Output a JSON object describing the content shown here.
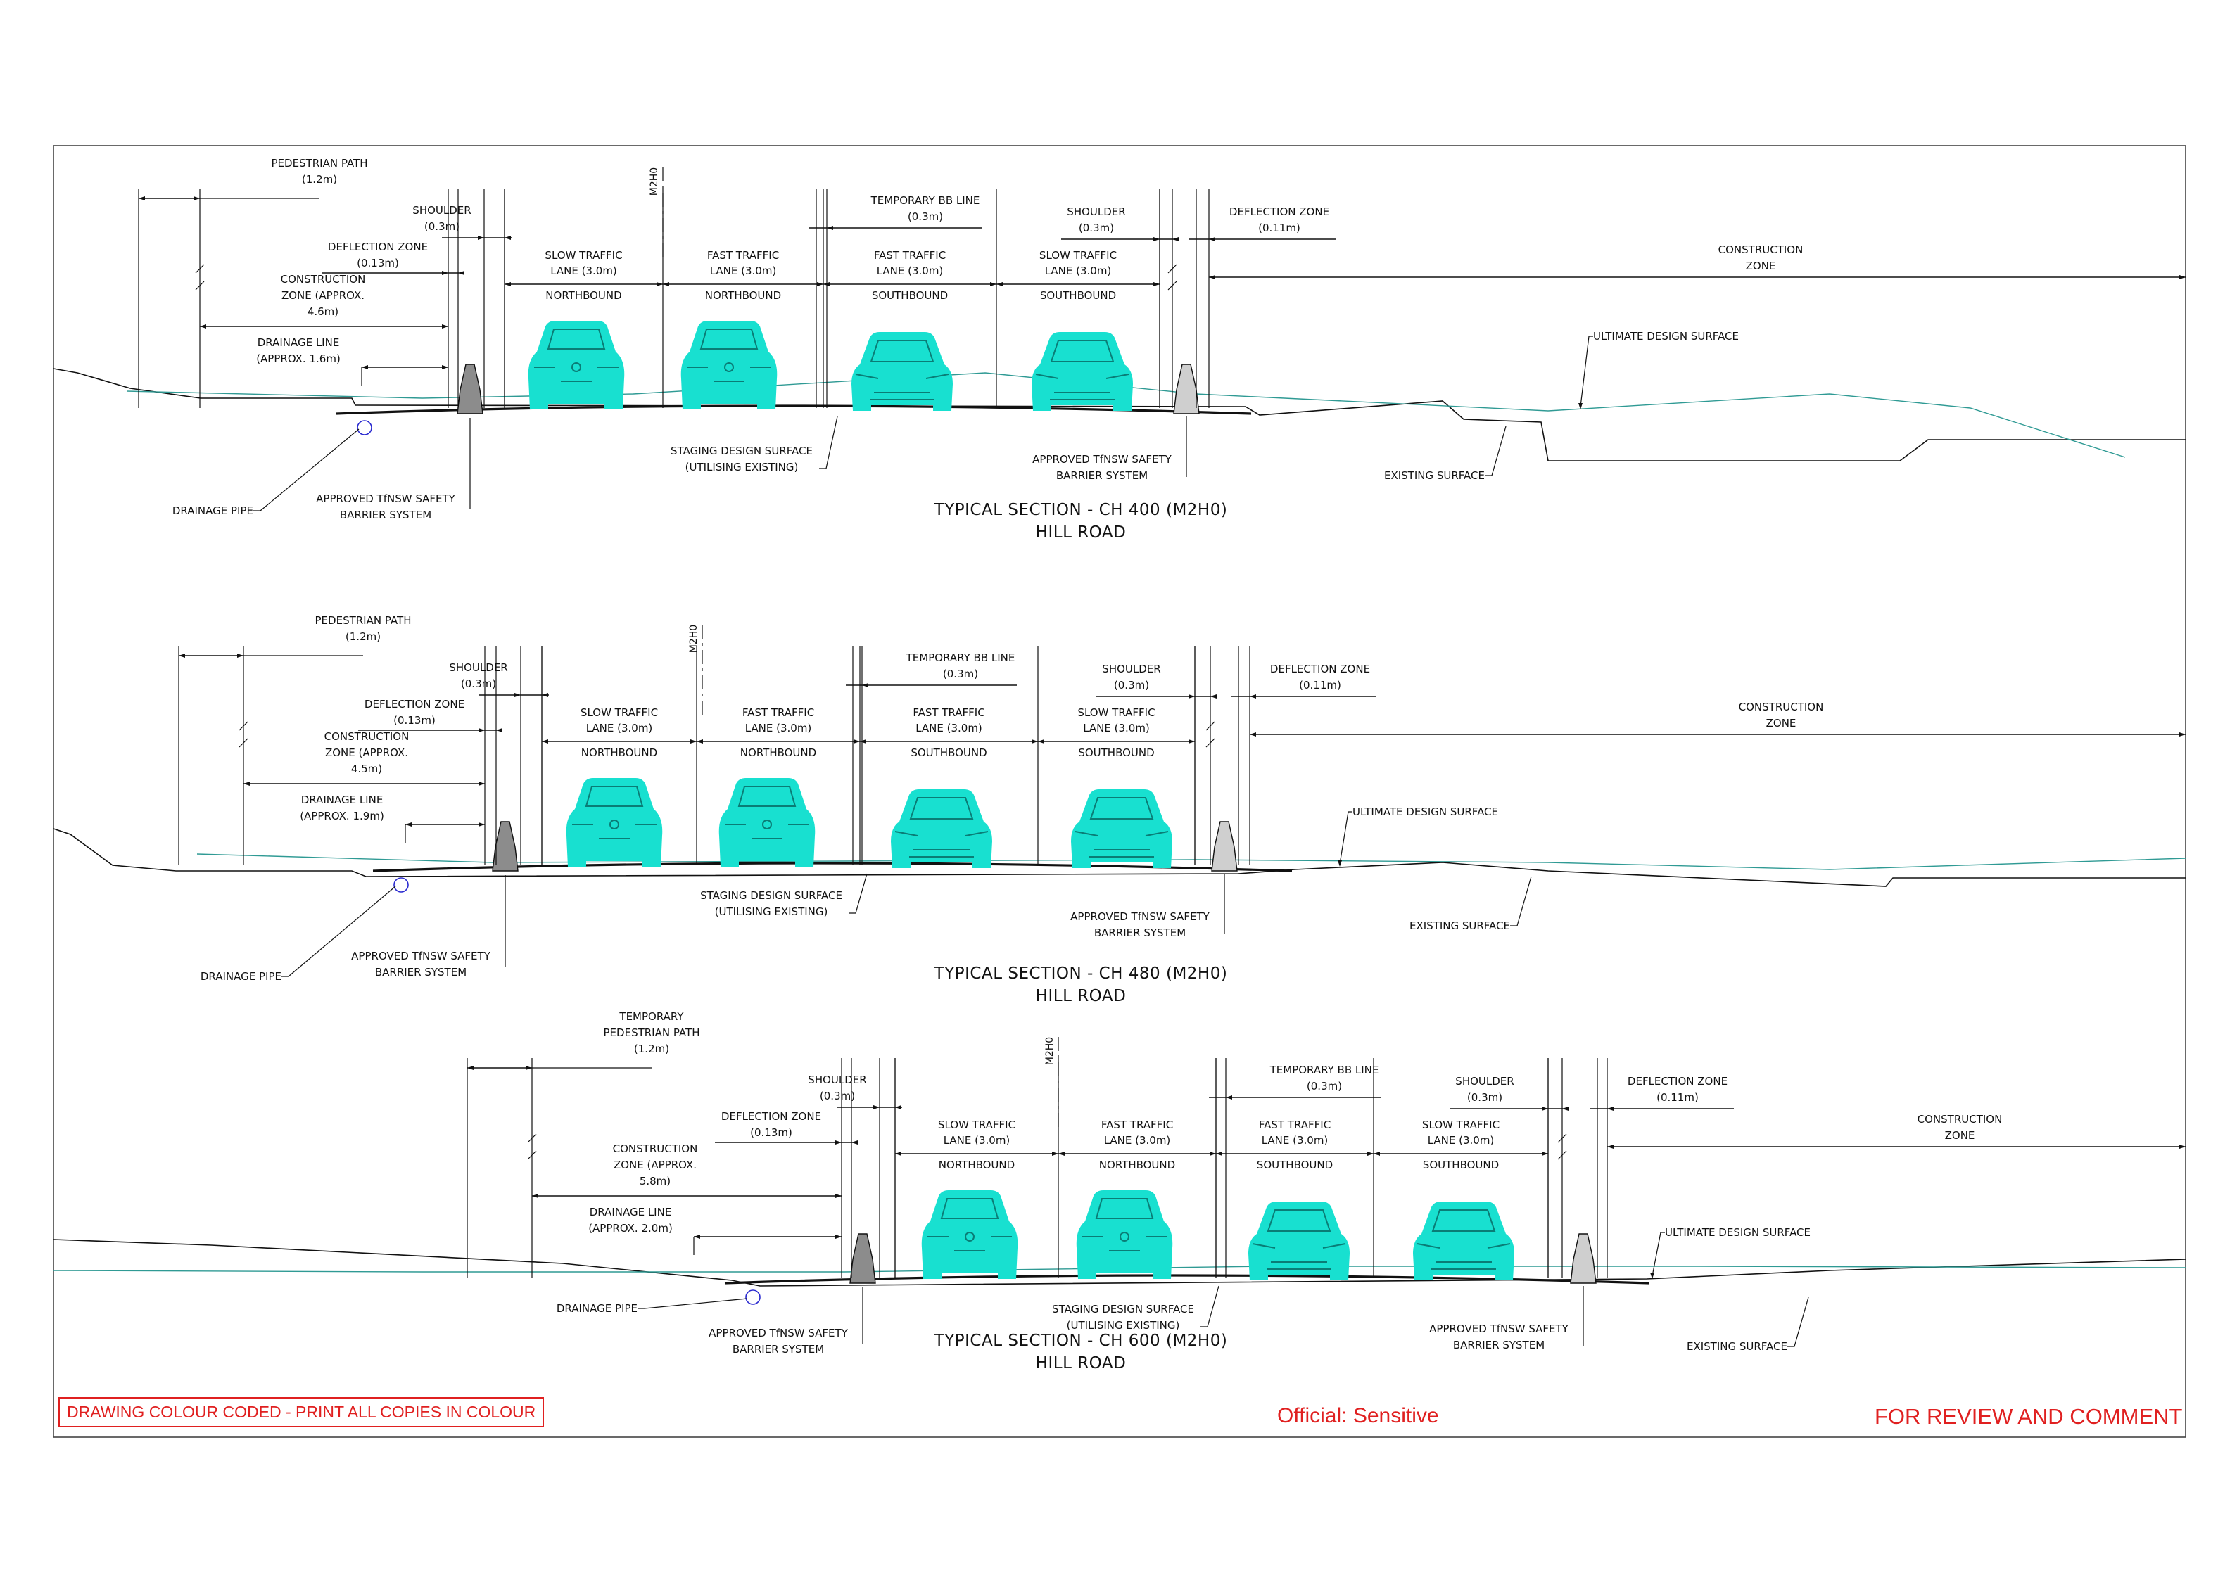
{
  "sections": [
    {
      "title": "TYPICAL SECTION - CH 400 (M2H0)",
      "subtitle": "HILL ROAD",
      "pedestrian_path": [
        "PEDESTRIAN PATH",
        "(1.2m)"
      ],
      "shoulder_left": [
        "SHOULDER",
        "(0.3m)"
      ],
      "deflection_left": [
        "DEFLECTION ZONE",
        "(0.13m)"
      ],
      "construction_left": [
        "CONSTRUCTION",
        "ZONE (APPROX.",
        "4.6m)"
      ],
      "drainage_line": [
        "DRAINAGE LINE",
        "(APPROX. 1.6m)"
      ],
      "m2h0": "M2H0",
      "lanes": [
        [
          "SLOW TRAFFIC",
          "LANE (3.0m)",
          "NORTHBOUND"
        ],
        [
          "FAST TRAFFIC",
          "LANE (3.0m)",
          "NORTHBOUND"
        ],
        [
          "FAST TRAFFIC",
          "LANE (3.0m)",
          "SOUTHBOUND"
        ],
        [
          "SLOW TRAFFIC",
          "LANE (3.0m)",
          "SOUTHBOUND"
        ]
      ],
      "temp_bb": [
        "TEMPORARY BB LINE",
        "(0.3m)"
      ],
      "shoulder_right": [
        "SHOULDER",
        "(0.3m)"
      ],
      "deflection_right": [
        "DEFLECTION ZONE",
        "(0.11m)"
      ],
      "construction_right": [
        "CONSTRUCTION",
        "ZONE"
      ],
      "ultimate": "ULTIMATE DESIGN SURFACE",
      "staging": [
        "STAGING DESIGN SURFACE",
        "(UTILISING EXISTING)"
      ],
      "barrier_right": [
        "APPROVED TfNSW SAFETY",
        "BARRIER SYSTEM"
      ],
      "existing": "EXISTING SURFACE",
      "drainage_pipe": "DRAINAGE PIPE",
      "barrier_left": [
        "APPROVED TfNSW SAFETY",
        "BARRIER SYSTEM"
      ]
    },
    {
      "title": "TYPICAL SECTION - CH 480 (M2H0)",
      "subtitle": "HILL ROAD",
      "pedestrian_path": [
        "PEDESTRIAN PATH",
        "(1.2m)"
      ],
      "shoulder_left": [
        "SHOULDER",
        "(0.3m)"
      ],
      "deflection_left": [
        "DEFLECTION ZONE",
        "(0.13m)"
      ],
      "construction_left": [
        "CONSTRUCTION",
        "ZONE (APPROX.",
        "4.5m)"
      ],
      "drainage_line": [
        "DRAINAGE LINE",
        "(APPROX. 1.9m)"
      ],
      "m2h0": "M2H0",
      "lanes": [
        [
          "SLOW TRAFFIC",
          "LANE (3.0m)",
          "NORTHBOUND"
        ],
        [
          "FAST TRAFFIC",
          "LANE (3.0m)",
          "NORTHBOUND"
        ],
        [
          "FAST TRAFFIC",
          "LANE (3.0m)",
          "SOUTHBOUND"
        ],
        [
          "SLOW TRAFFIC",
          "LANE (3.0m)",
          "SOUTHBOUND"
        ]
      ],
      "temp_bb": [
        "TEMPORARY BB LINE",
        "(0.3m)"
      ],
      "shoulder_right": [
        "SHOULDER",
        "(0.3m)"
      ],
      "deflection_right": [
        "DEFLECTION ZONE",
        "(0.11m)"
      ],
      "construction_right": [
        "CONSTRUCTION",
        "ZONE"
      ],
      "ultimate": "ULTIMATE DESIGN SURFACE",
      "staging": [
        "STAGING DESIGN SURFACE",
        "(UTILISING EXISTING)"
      ],
      "barrier_right": [
        "APPROVED TfNSW SAFETY",
        "BARRIER SYSTEM"
      ],
      "existing": "EXISTING SURFACE",
      "drainage_pipe": "DRAINAGE PIPE",
      "barrier_left": [
        "APPROVED TfNSW SAFETY",
        "BARRIER SYSTEM"
      ]
    },
    {
      "title": "TYPICAL SECTION - CH 600 (M2H0)",
      "subtitle": "HILL ROAD",
      "pedestrian_path": [
        "TEMPORARY",
        "PEDESTRIAN PATH",
        "(1.2m)"
      ],
      "shoulder_left": [
        "SHOULDER",
        "(0.3m)"
      ],
      "deflection_left": [
        "DEFLECTION ZONE",
        "(0.13m)"
      ],
      "construction_left": [
        "CONSTRUCTION",
        "ZONE (APPROX.",
        "5.8m)"
      ],
      "drainage_line": [
        "DRAINAGE LINE",
        "(APPROX. 2.0m)"
      ],
      "m2h0": "M2H0",
      "lanes": [
        [
          "SLOW TRAFFIC",
          "LANE (3.0m)",
          "NORTHBOUND"
        ],
        [
          "FAST TRAFFIC",
          "LANE (3.0m)",
          "NORTHBOUND"
        ],
        [
          "FAST TRAFFIC",
          "LANE (3.0m)",
          "SOUTHBOUND"
        ],
        [
          "SLOW TRAFFIC",
          "LANE (3.0m)",
          "SOUTHBOUND"
        ]
      ],
      "temp_bb": [
        "TEMPORARY BB LINE",
        "(0.3m)"
      ],
      "shoulder_right": [
        "SHOULDER",
        "(0.3m)"
      ],
      "deflection_right": [
        "DEFLECTION ZONE",
        "(0.11m)"
      ],
      "construction_right": [
        "CONSTRUCTION",
        "ZONE"
      ],
      "ultimate": "ULTIMATE DESIGN SURFACE",
      "staging": [
        "STAGING DESIGN SURFACE",
        "(UTILISING EXISTING)"
      ],
      "barrier_right": [
        "APPROVED TfNSW SAFETY",
        "BARRIER SYSTEM"
      ],
      "existing": "EXISTING SURFACE",
      "drainage_pipe": "DRAINAGE PIPE",
      "barrier_left": [
        "APPROVED TfNSW SAFETY",
        "BARRIER SYSTEM"
      ]
    }
  ],
  "footer": {
    "colour_notice": "DRAWING COLOUR CODED - PRINT ALL COPIES IN COLOUR",
    "classification": "Official: Sensitive",
    "review": "FOR REVIEW AND COMMENT"
  },
  "colors": {
    "car": "#18e0d0",
    "ultimate_surface": "#2f9a94",
    "notice_red": "#e02020",
    "drainage_pipe": "#2a2ad0"
  }
}
